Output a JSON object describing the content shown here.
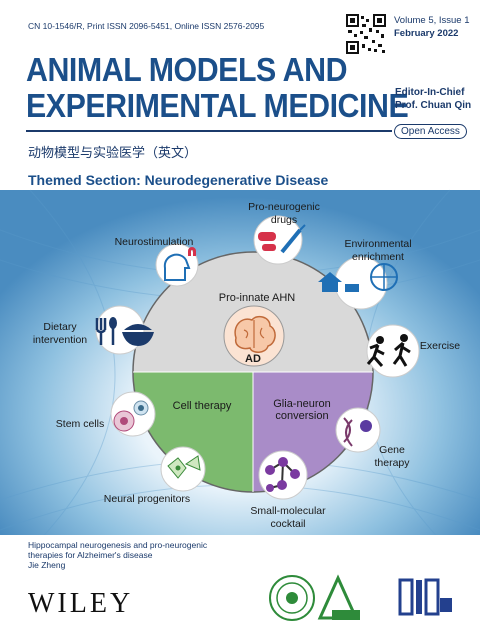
{
  "header": {
    "issn_line": "CN 10-1546/R, Print ISSN 2096-5451, Online ISSN 2576-2095",
    "volume": "Volume 5, Issue 1",
    "date": "February 2022"
  },
  "title": {
    "line1": "ANIMAL MODELS AND",
    "line2": "EXPERIMENTAL MEDICINE",
    "chinese": "动物模型与实验医学（英文）"
  },
  "editor": {
    "role": "Editor-In-Chief",
    "name": "Prof. Chuan Qin"
  },
  "open_access": "Open Access",
  "themed_section": "Themed Section: Neurodegenerative Disease",
  "diagram": {
    "center_top": "Pro-innate AHN",
    "center_mid": "AD",
    "left_quadrant": "Cell therapy",
    "right_quadrant_1": "Glia-neuron",
    "right_quadrant_2": "conversion",
    "items": {
      "pro_neurogenic_1": "Pro-neurogenic",
      "pro_neurogenic_2": "drugs",
      "neurostimulation": "Neurostimulation",
      "env_1": "Environmental",
      "env_2": "enrichment",
      "dietary_1": "Dietary",
      "dietary_2": "intervention",
      "exercise": "Exercise",
      "stem_cells": "Stem cells",
      "gene_1": "Gene",
      "gene_2": "therapy",
      "neural_progenitors": "Neural progenitors",
      "small_mol_1": "Small-molecular",
      "small_mol_2": "cocktail"
    },
    "colors": {
      "green": "#7cba6e",
      "purple": "#a98cc8",
      "gray": "#d9d9d9"
    }
  },
  "credit": {
    "line1": "Hippocampal neurogenesis and pro-neurogenic",
    "line2": "therapies for Alzheimer's disease",
    "author": "Jie Zheng"
  },
  "publisher": "WILEY"
}
